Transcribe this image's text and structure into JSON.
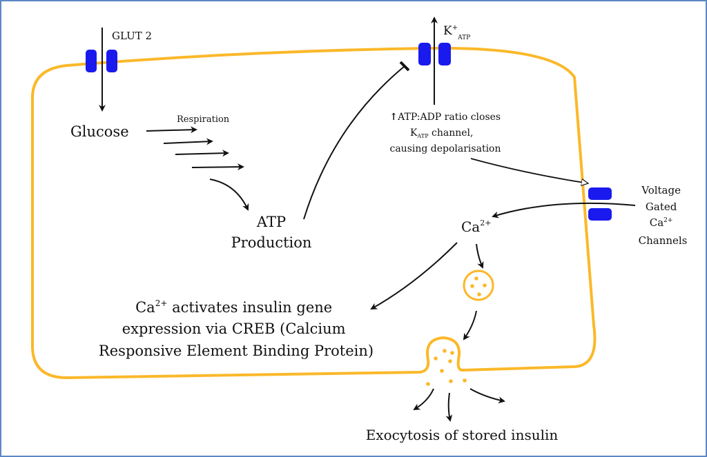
{
  "labels": {
    "glut2": "GLUT 2",
    "katp_main": "K",
    "katp_sup": "+",
    "katp_sub": "ATP",
    "glucose": "Glucose",
    "respiration": "Respiration",
    "atp_line1": "ATP",
    "atp_line2": "Production",
    "ratio_arrow": "↑",
    "ratio_line1": "ATP:ADP ratio closes",
    "ratio_line2_k": "K",
    "ratio_line2_sub": "ATP",
    "ratio_line2_rest": " channel,",
    "ratio_line3": "causing depolarisation",
    "vgcc_line1": "Voltage",
    "vgcc_line2": "Gated",
    "vgcc_line3_main": "Ca",
    "vgcc_line3_sup": "2+",
    "vgcc_line4": "Channels",
    "ca_main": "Ca",
    "ca_sup": "2+",
    "creb_line1_main": "Ca",
    "creb_line1_sup": "2+",
    "creb_line1_rest": " activates insulin gene",
    "creb_line2": "expression via CREB (Calcium",
    "creb_line3": "Responsive Element Binding Protein)",
    "exocytosis": "Exocytosis of stored insulin"
  },
  "colors": {
    "membrane": "#fbb829",
    "channel": "#1a1aee",
    "arrow": "#111111",
    "frame": "#5b87c5"
  }
}
